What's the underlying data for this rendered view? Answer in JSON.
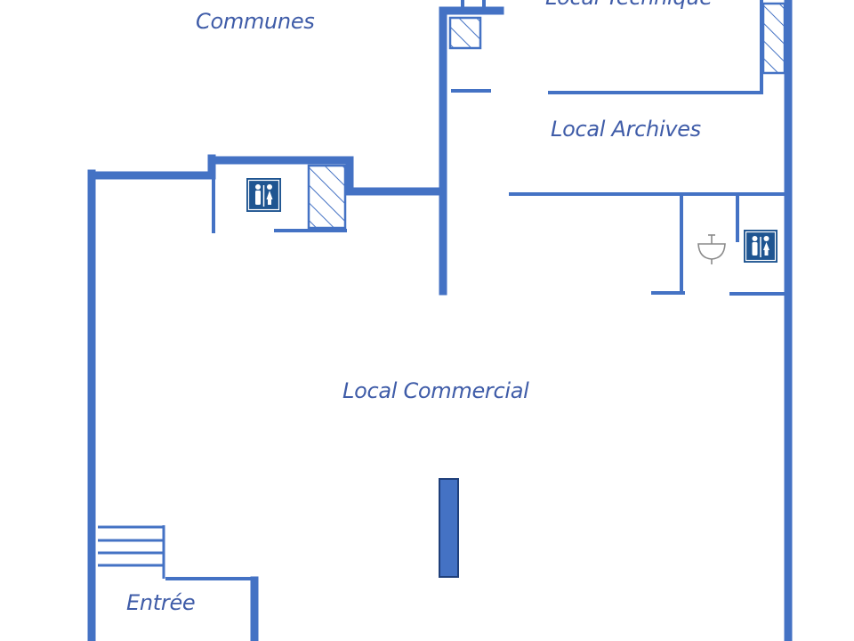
{
  "rooms": {
    "communes": "Communes",
    "local_technique": "Local Technique",
    "local_archives": "Local Archives",
    "local_commercial": "Local Commercial",
    "entree": "Entrée"
  },
  "icons": {
    "restroom": "restroom-icon",
    "sink": "sink-icon",
    "stairs": "stairs-icon",
    "hatch": "hatched-duct-icon",
    "pillar": "pillar-icon"
  },
  "colors": {
    "wall": "#4472c4",
    "label": "#3f5ca8",
    "icon_bg": "#1f5591",
    "hatch": "#4472c4",
    "pillar": "#4472c4"
  }
}
